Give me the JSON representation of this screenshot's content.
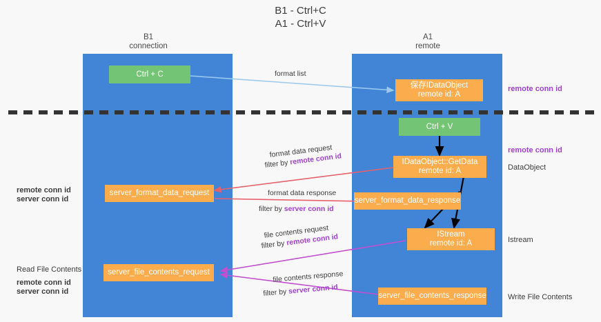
{
  "title": {
    "line1": "B1 - Ctrl+C",
    "line2": "A1 - Ctrl+V"
  },
  "columns": [
    {
      "name": "B1",
      "sub": "connection"
    },
    {
      "name": "A1",
      "sub": "remote"
    }
  ],
  "nodes": {
    "ctrl_c": "Ctrl + C",
    "ctrl_v": "Ctrl + V",
    "save_idataobject_l1": "保存IDataObject",
    "save_idataobject_l2": "remote id: A",
    "getdata_l1": "IDataObject::GetData",
    "getdata_l2": "remote id: A",
    "istream_l1": "IStream",
    "istream_l2": "remote id: A",
    "server_format_data_request": "server_format_data_request",
    "server_format_data_response": "server_format_data_response",
    "server_file_contents_request": "server_file_contents_request",
    "server_file_contents_response": "server_file_contents_response"
  },
  "edges": {
    "format_list": "format list",
    "format_data_request": "format data request",
    "format_data_request_filter_prefix": "filter by ",
    "format_data_request_filter_key": "remote conn id",
    "format_data_response": "format data response",
    "format_data_response_filter_prefix": "filter by ",
    "format_data_response_filter_key": "server conn id",
    "file_contents_request": "file contents request",
    "file_contents_request_filter_prefix": "filter by ",
    "file_contents_request_filter_key": "remote conn id",
    "file_contents_response": "file contents response",
    "file_contents_response_filter_prefix": "filter by ",
    "file_contents_response_filter_key": "server conn id"
  },
  "right_annotations": {
    "remote_conn_id_top": "remote conn id",
    "remote_conn_id_mid": "remote conn id",
    "dataobject": "DataObject",
    "istream": "Istream",
    "write_file_contents": "Write File Contents"
  },
  "left_annotations": {
    "remote_conn_id_mid": "remote conn id",
    "server_conn_id_mid": "server conn id",
    "read_file_contents": "Read File Contents",
    "remote_conn_id_bottom": "remote conn id",
    "server_conn_id_bottom": "server conn id"
  },
  "colors": {
    "lane": "#4285d6",
    "green_box": "#74c476",
    "orange_box": "#fbad4e",
    "purple": "#a23fce",
    "green_text": "#69b76b",
    "blue_arrow": "#9cc9ec",
    "red_arrow": "#e8616a",
    "magenta_arrow": "#c24fd0",
    "black_arrow": "#000000",
    "divider": "#333333",
    "background": "#f8f8f8"
  }
}
